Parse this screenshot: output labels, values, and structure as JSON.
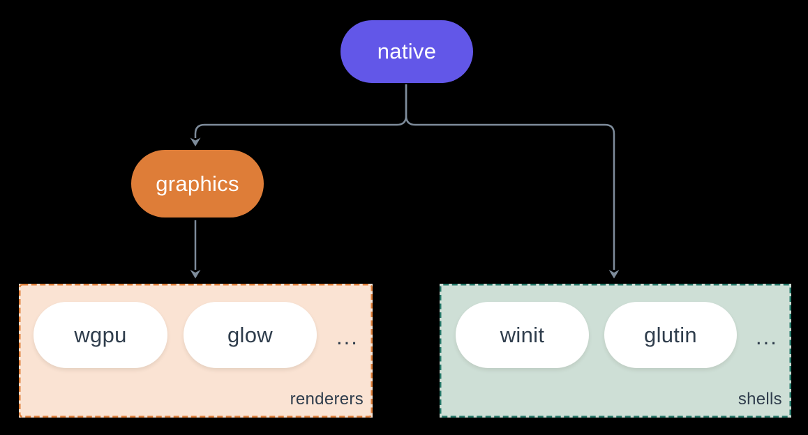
{
  "diagram": {
    "background": "#000000",
    "connector_color": "#7e8c9b",
    "nodes": {
      "native": {
        "label": "native",
        "color": "#6257e8"
      },
      "graphics": {
        "label": "graphics",
        "color": "#de7d38"
      }
    },
    "groups": {
      "renderers": {
        "label": "renderers",
        "items": [
          "wgpu",
          "glow"
        ],
        "ellipsis": "...",
        "bg": "#fae3d3",
        "border": "#e0813c"
      },
      "shells": {
        "label": "shells",
        "items": [
          "winit",
          "glutin"
        ],
        "ellipsis": "...",
        "bg": "#cedfd6",
        "border": "#27796a"
      }
    }
  }
}
